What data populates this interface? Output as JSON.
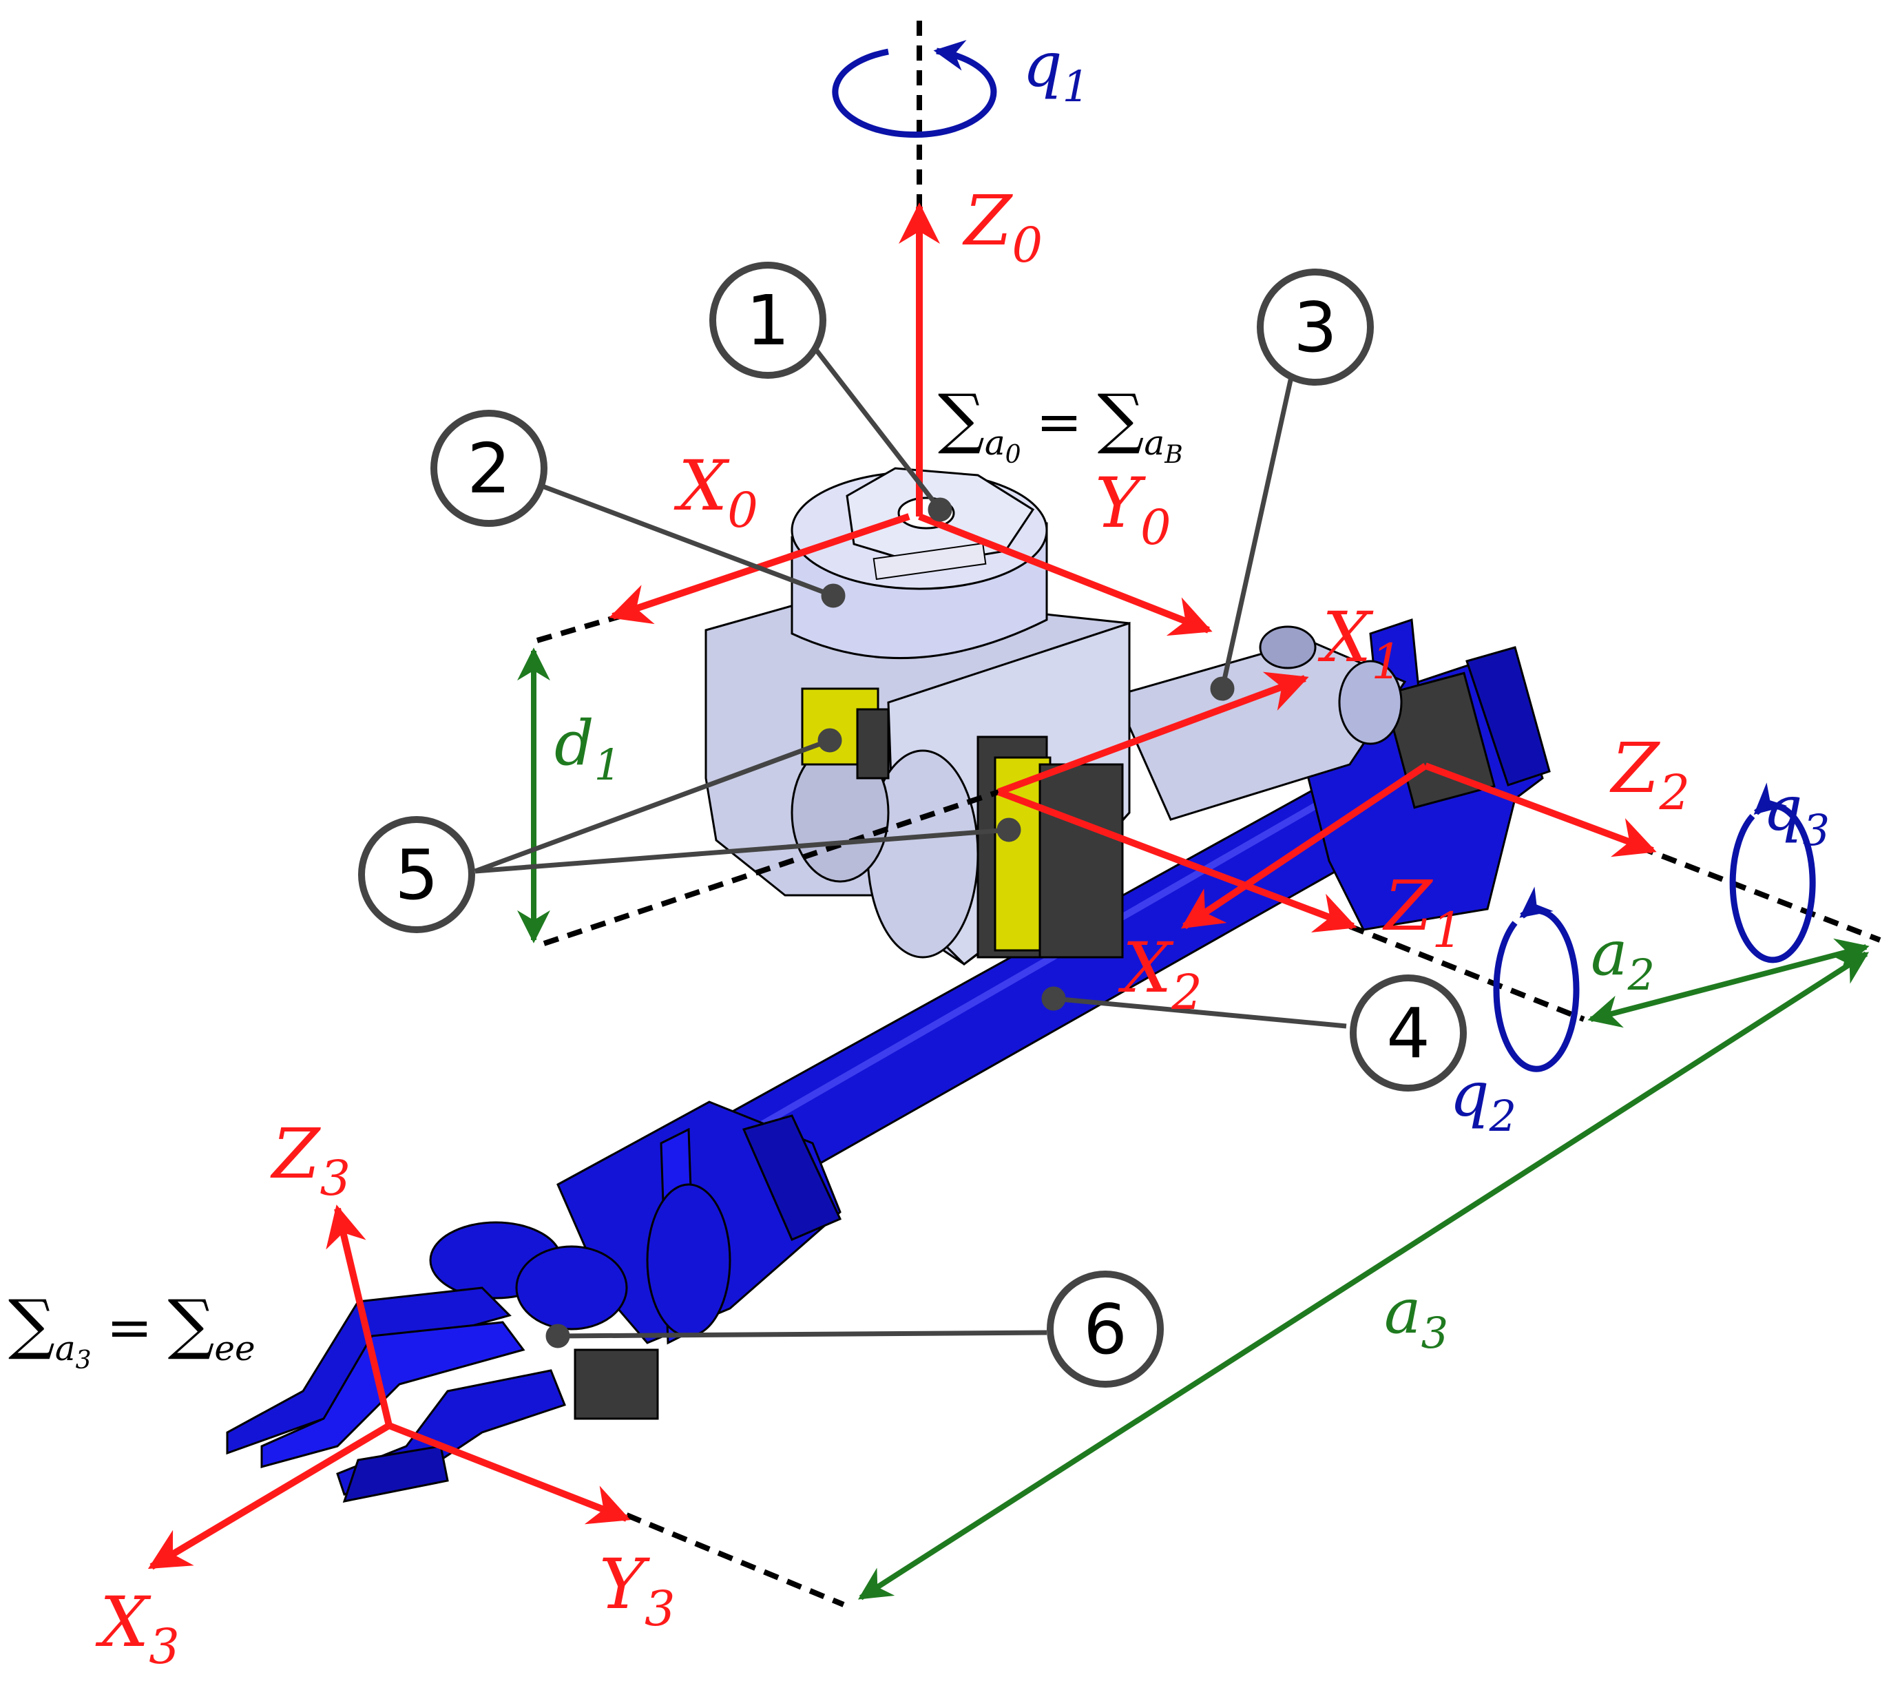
{
  "colors": {
    "frame": "#ff1a1a",
    "joint": "#0b12a8",
    "dimension": "#1f7a1f",
    "callout": "#444444",
    "robot_blue": "#1414d6",
    "robot_gray": "#c8cce6",
    "servo_yellow": "#d8d800",
    "servo_dark": "#3a3a3a"
  },
  "joints": {
    "q1": {
      "base": "q",
      "sub": "1"
    },
    "q2": {
      "base": "q",
      "sub": "2"
    },
    "q3": {
      "base": "q",
      "sub": "3"
    }
  },
  "frames": {
    "Z0": {
      "base": "Z",
      "sub": "0"
    },
    "X0": {
      "base": "X",
      "sub": "0"
    },
    "Y0": {
      "base": "Y",
      "sub": "0"
    },
    "X1": {
      "base": "X",
      "sub": "1"
    },
    "Z1": {
      "base": "Z",
      "sub": "1"
    },
    "Z2": {
      "base": "Z",
      "sub": "2"
    },
    "X2": {
      "base": "X",
      "sub": "2"
    },
    "Z3": {
      "base": "Z",
      "sub": "3"
    },
    "X3": {
      "base": "X",
      "sub": "3"
    },
    "Y3": {
      "base": "Y",
      "sub": "3"
    }
  },
  "dimensions": {
    "d1": {
      "base": "d",
      "sub": "1"
    },
    "a2": {
      "base": "a",
      "sub": "2"
    },
    "a3": {
      "base": "a",
      "sub": "3"
    }
  },
  "equations": {
    "base": {
      "sigma": "∑",
      "left_sub": "a",
      "left_subsub": "0",
      "eq": "=",
      "right_sub": "a",
      "right_subsub": "B"
    },
    "ee": {
      "sigma": "∑",
      "left_sub": "a",
      "left_subsub": "3",
      "eq": "=",
      "right_sub": "ee"
    }
  },
  "callouts": [
    "1",
    "2",
    "3",
    "4",
    "5",
    "6"
  ]
}
